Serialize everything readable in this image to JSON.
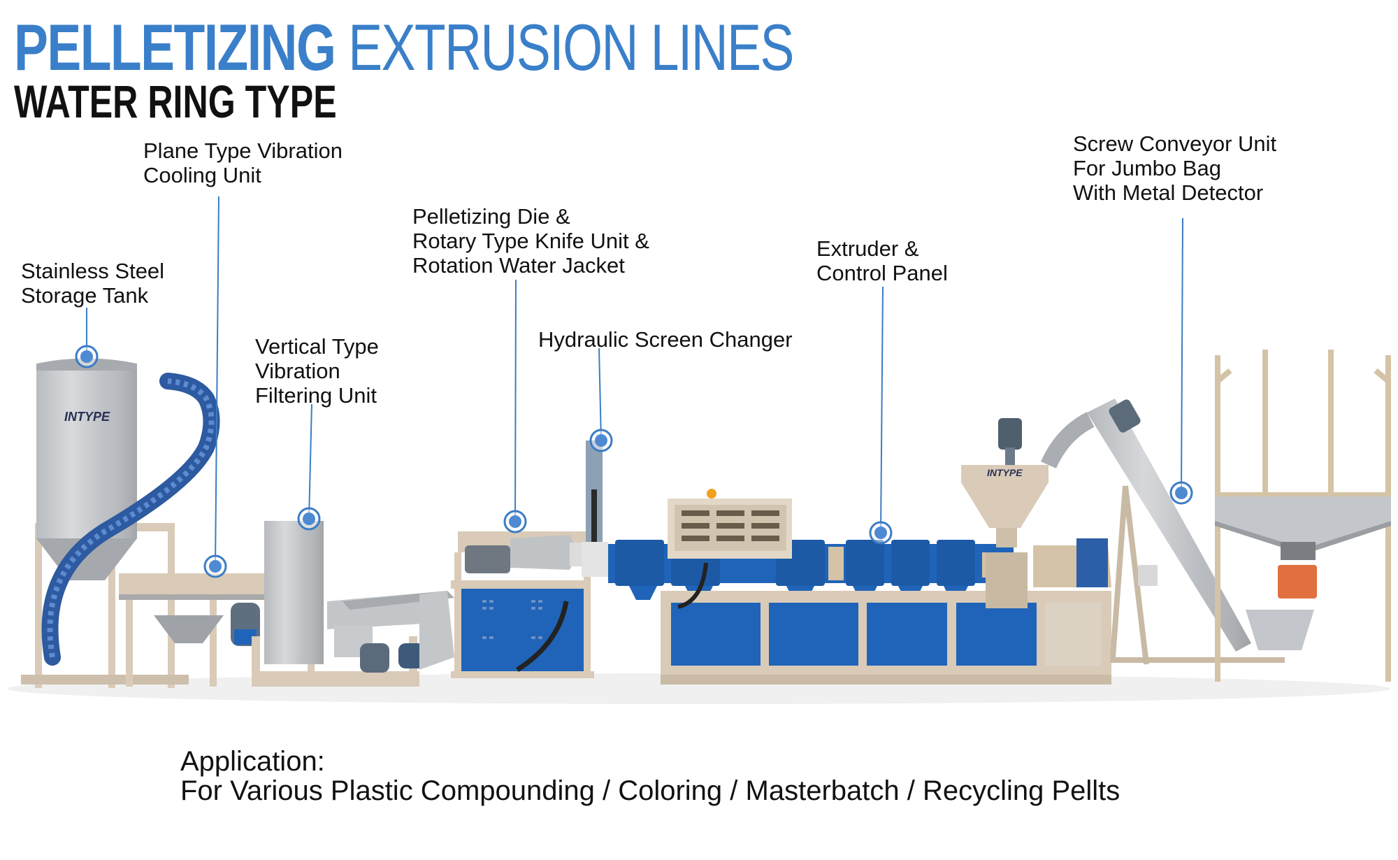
{
  "header": {
    "title_bold": "PELLETIZING",
    "title_light": "EXTRUSION LINES",
    "subtitle": "WATER RING TYPE"
  },
  "callouts": [
    {
      "id": "storage-tank",
      "lines": [
        "Stainless Steel",
        "Storage Tank"
      ]
    },
    {
      "id": "plane-cooling",
      "lines": [
        "Plane Type Vibration",
        "Cooling Unit"
      ]
    },
    {
      "id": "vertical-filter",
      "lines": [
        "Vertical Type",
        "Vibration",
        "Filtering Unit"
      ]
    },
    {
      "id": "pelletizing-die",
      "lines": [
        "Pelletizing Die &",
        "Rotary Type Knife Unit &",
        "Rotation Water Jacket"
      ]
    },
    {
      "id": "screen-changer",
      "lines": [
        "Hydraulic Screen Changer"
      ]
    },
    {
      "id": "extruder",
      "lines": [
        "Extruder &",
        "Control Panel"
      ]
    },
    {
      "id": "screw-conveyor",
      "lines": [
        "Screw Conveyor Unit",
        "For Jumbo Bag",
        "With Metal Detector"
      ]
    }
  ],
  "machine_brand": "INTYPE",
  "application": {
    "heading": "Application:",
    "text": "For Various Plastic Compounding / Coloring / Masterbatch / Recycling Pellts"
  },
  "colors": {
    "title_blue": "#3a7fc9",
    "marker_blue": "#3b7cc4",
    "machine_blue": "#1f64b8",
    "frame_beige": "#d9cbb8",
    "steel": "#b9bcc0"
  }
}
